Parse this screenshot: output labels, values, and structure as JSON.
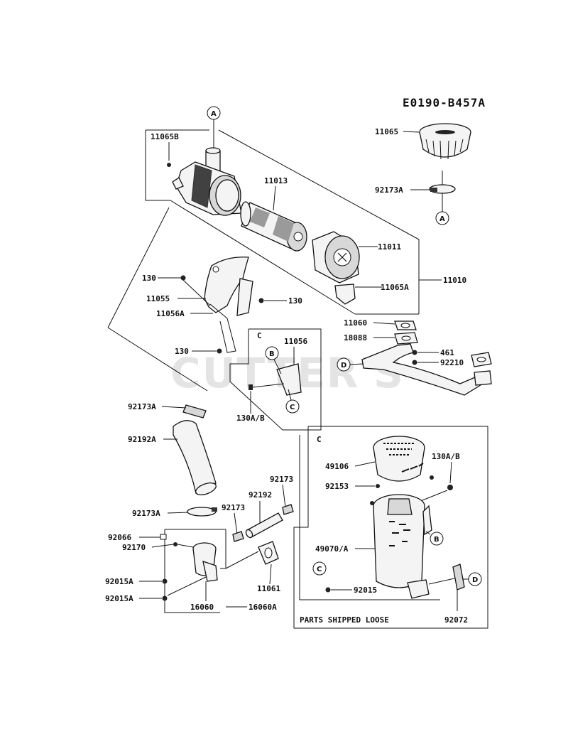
{
  "diagram_id": "E0190-B457A",
  "watermark": "CUTTER'S",
  "box_note": "PARTS SHIPPED LOOSE",
  "parts": {
    "p11065B": "11065B",
    "p11065": "11065",
    "p11013": "11013",
    "p92173A_top": "92173A",
    "p11011": "11011",
    "p11010": "11010",
    "p11065A": "11065A",
    "p130_a": "130",
    "p11055": "11055",
    "p11056A": "11056A",
    "p130_b": "130",
    "p130_c": "130",
    "p11056": "11056",
    "p130AB_left": "130A/B",
    "p11060": "11060",
    "p18088": "18088",
    "p461": "461",
    "p92210": "92210",
    "p92173A_mid": "92173A",
    "p92192A": "92192A",
    "p92173A_low": "92173A",
    "p92173_a": "92173",
    "p92192": "92192",
    "p92173_b": "92173",
    "p92066": "92066",
    "p92170": "92170",
    "p92015A_a": "92015A",
    "p92015A_b": "92015A",
    "p16060": "16060",
    "p16060A": "16060A",
    "p11061": "11061",
    "p49106": "49106",
    "p130AB_right": "130A/B",
    "p92153": "92153",
    "p49070A": "49070/A",
    "p92015": "92015",
    "p92072": "92072"
  },
  "callouts": {
    "A_top": "A",
    "A_right": "A",
    "B_left": "B",
    "C_left": "C",
    "D_left": "D",
    "B_right": "B",
    "C_right": "C",
    "D_right": "D"
  },
  "box_labels": {
    "box_c_small": "C",
    "box_c_large": "C"
  }
}
